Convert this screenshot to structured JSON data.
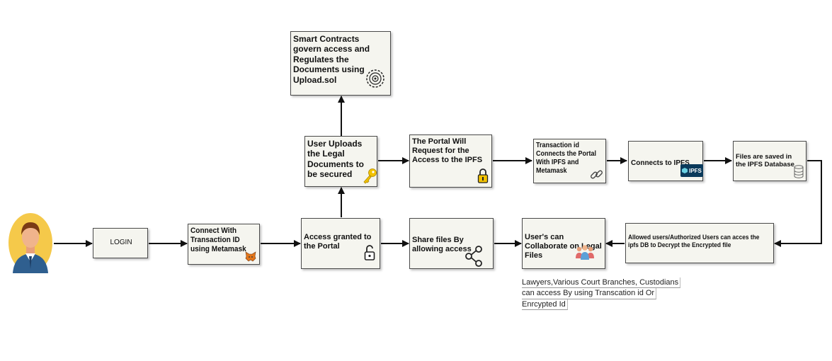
{
  "nodes": {
    "smart_contracts": "Smart Contracts govern access and Regulates the Documents using Upload.sol",
    "user_uploads": "User Uploads the Legal Documents to be secured",
    "portal_request": "The Portal Will Request for the Access to the IPFS",
    "transaction_connect": "Transaction id Connects the Portal With IPFS and Metamask",
    "connects_ipfs": "Connects to IPFS",
    "files_saved": "Files are saved in the IPFS Database",
    "login": "LOGIN",
    "connect_metamask": "Connect With Transaction ID using Metamask",
    "access_granted": "Access granted to the Portal",
    "share_files": "Share files By allowing access",
    "collaborate": "User's can Collaborate on Legal Files",
    "allowed_users": "Allowed users/Authorized Users can acces the ipfs DB to Decrypt the Encrypted file"
  },
  "ipfs_logo_text": "IPFS",
  "note_lines": [
    "Lawyers,Various Court Branches, Custodians",
    "can access By using Transcation id Or",
    "Enrcypted  Id"
  ],
  "colors": {
    "box_fill": "#f5f5ef",
    "arrow": "#111111",
    "key": "#f2c200",
    "avatar_bg": "#f5c94a",
    "ipfs_bg": "#0b3a5b"
  }
}
